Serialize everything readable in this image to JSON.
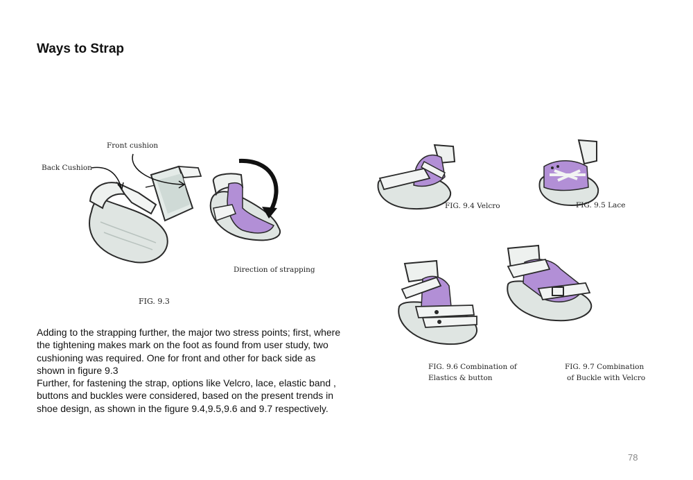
{
  "page": {
    "title": "Ways to Strap",
    "page_number": "78"
  },
  "figures": {
    "fig_9_3": {
      "label_front_cushion": "Front cushion",
      "label_back_cushion": "Back Cushion",
      "label_direction": "Direction of strapping",
      "caption": "FIG.  9.3"
    },
    "fig_9_4": {
      "caption": "FIG.  9.4 Velcro"
    },
    "fig_9_5": {
      "caption": "FIG.  9.5 Lace"
    },
    "fig_9_6": {
      "caption_line1": "FIG. 9.6 Combination of",
      "caption_line2": "Elastics & button"
    },
    "fig_9_7": {
      "caption_line1": "FIG. 9.7 Combination",
      "caption_line2": "of Buckle with Velcro"
    }
  },
  "body": {
    "paragraph1": "Adding to the strapping further, the major two stress points; first, where the tightening makes mark on the foot as found from user study, two cushioning was required. One for front and other for back side as shown in figure 9.3",
    "paragraph2": "Further, for fastening the strap, options like Velcro, lace, elastic band , buttons and buckles were considered, based on the present trends in shoe design, as shown in the figure 9.4,9.5,9.6 and 9.7 respectively."
  },
  "colors": {
    "sole": "#dfe5e2",
    "outline": "#2a2a2a",
    "purple": "#b28fd6",
    "shade": "#c9d3cf"
  }
}
